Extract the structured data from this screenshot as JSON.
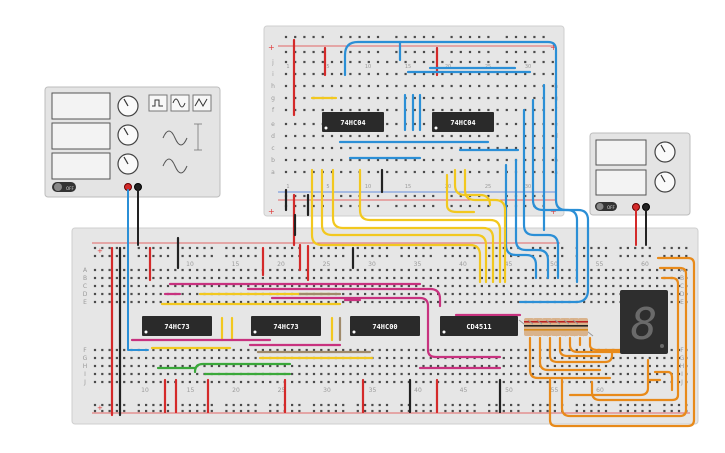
{
  "colors": {
    "background": "#ffffff",
    "board": "#e6e6e6",
    "board_edge": "#cfcfcf",
    "hole": "#4a4a4a",
    "rail_red": "#e03a3a",
    "rail_blue": "#3a6fd8",
    "wire_red": "#d42a2a",
    "wire_black": "#222222",
    "wire_blue": "#2b8fd6",
    "wire_yellow": "#f2c81f",
    "wire_magenta": "#c8327f",
    "wire_orange": "#e88a1a",
    "wire_green": "#3aa83a",
    "wire_tan": "#a08a6a",
    "chip_body": "#2a2a2a",
    "chip_text": "#ffffff",
    "seg_display": "#2e2e2e",
    "seg_off": "#5a5a5a",
    "instrument_body": "#e4e4e4",
    "resistor_body": "#d9b38c"
  },
  "top_board": {
    "column_numbers": [
      "1",
      "5",
      "10",
      "15",
      "20",
      "25",
      "30"
    ],
    "row_letters_top": [
      "j",
      "i",
      "h",
      "g",
      "f"
    ],
    "row_letters_bottom": [
      "e",
      "d",
      "c",
      "b",
      "a"
    ],
    "rail_plus": "+",
    "rail_minus": "-"
  },
  "main_board": {
    "column_numbers": [
      "10",
      "15",
      "20",
      "25",
      "30",
      "35",
      "40",
      "45",
      "50",
      "55",
      "60"
    ],
    "row_letters_top": [
      "A",
      "B",
      "C",
      "D",
      "E"
    ],
    "row_letters_bottom": [
      "F",
      "G",
      "H",
      "I",
      "J"
    ]
  },
  "chips": [
    {
      "label": "74HC04"
    },
    {
      "label": "74HC04"
    },
    {
      "label": "74HC73"
    },
    {
      "label": "74HC73"
    },
    {
      "label": "74HC00"
    },
    {
      "label": "CD4511"
    }
  ],
  "function_generator": {
    "name": "function-generator",
    "power_label": "OFF",
    "wave_buttons": [
      "square-wave-icon",
      "sine-wave-icon",
      "triangle-wave-icon"
    ]
  },
  "power_supply": {
    "name": "dc-power-supply",
    "power_label": "OFF"
  },
  "seven_segment": {
    "digit": "8"
  }
}
